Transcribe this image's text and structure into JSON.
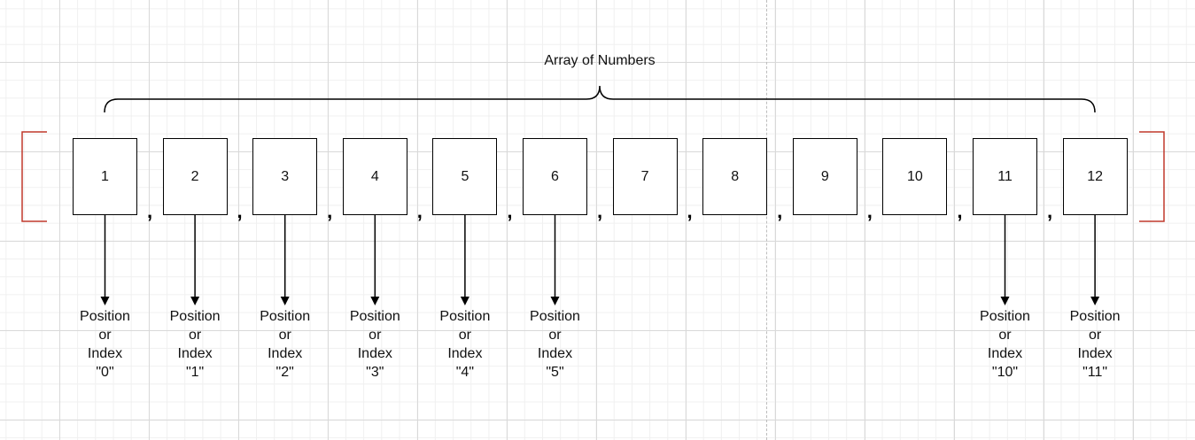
{
  "diagram": {
    "title": "Array of Numbers",
    "elements": [
      "1",
      "2",
      "3",
      "4",
      "5",
      "6",
      "7",
      "8",
      "9",
      "10",
      "11",
      "12"
    ],
    "separator": ",",
    "indexed_elements": [
      {
        "element": 0,
        "lines": [
          "Position",
          "or",
          "Index",
          "\"0\""
        ]
      },
      {
        "element": 1,
        "lines": [
          "Position",
          "or",
          "Index",
          "\"1\""
        ]
      },
      {
        "element": 2,
        "lines": [
          "Position",
          "or",
          "Index",
          "\"2\""
        ]
      },
      {
        "element": 3,
        "lines": [
          "Position",
          "or",
          "Index",
          "\"3\""
        ]
      },
      {
        "element": 4,
        "lines": [
          "Position",
          "or",
          "Index",
          "\"4\""
        ]
      },
      {
        "element": 5,
        "lines": [
          "Position",
          "or",
          "Index",
          "\"5\""
        ]
      },
      {
        "element": 10,
        "lines": [
          "Position",
          "or",
          "Index",
          "\"10\""
        ]
      },
      {
        "element": 11,
        "lines": [
          "Position",
          "or",
          "Index",
          "\"11\""
        ]
      }
    ],
    "colors": {
      "bracket": "#c0392b",
      "stroke": "#000000",
      "text": "#111111"
    }
  }
}
